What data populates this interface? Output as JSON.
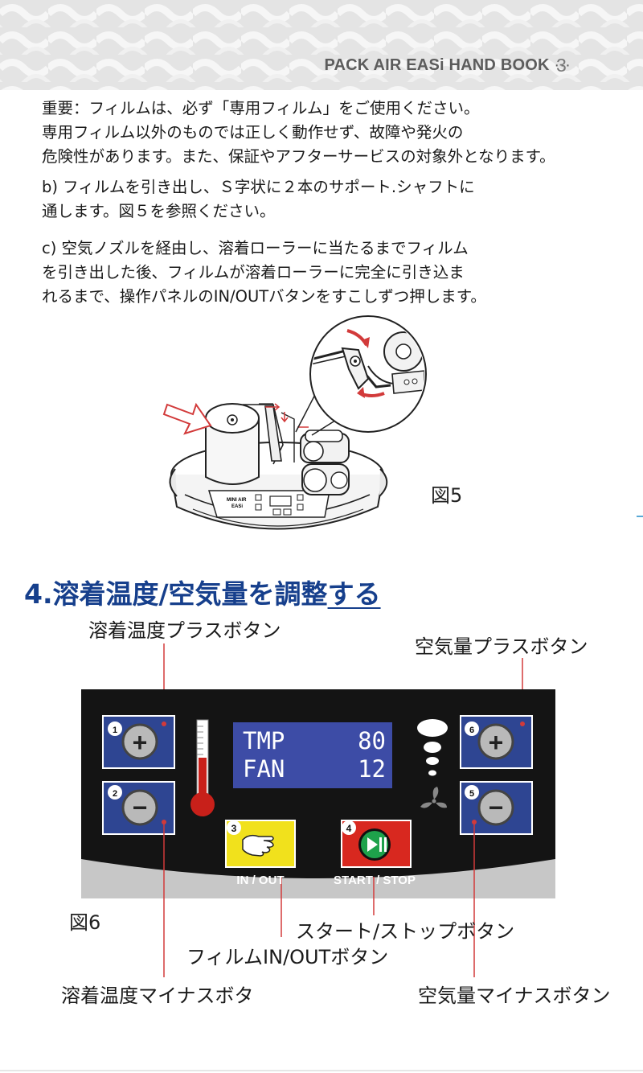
{
  "header": {
    "title": "PACK AIR EASi HAND BOOK",
    "ellipsis": "···",
    "page_number": "3"
  },
  "intro": {
    "lines": [
      "重要：フィルムは、必ず「専用フィルム」をご使用ください。",
      "専用フィルム以外のものでは正しく動作せず、故障や発火の",
      "危険性があります。また、保証やアフターサービスの対象外となります。"
    ]
  },
  "step_b": {
    "lines": [
      "b) フィルムを引き出し、Ｓ字状に２本のサポート.シャフトに",
      "通します。図５を参照ください。"
    ]
  },
  "step_c": {
    "lines": [
      "c) 空気ノズルを経由し、溶着ローラーに当たるまでフィルム",
      "を引き出した後、フィルムが溶着ローラーに完全に引き込ま",
      "れるまで、操作パネルのIN/OUTバタンをすこしずつ押します。"
    ]
  },
  "figure5": {
    "label": "図5",
    "machine_text_1": "MINI AIR",
    "machine_text_2": "EASi"
  },
  "section4": {
    "title_main": "4.溶着温度/空気量を調整",
    "title_end": "する"
  },
  "figure6": {
    "label": "図6",
    "lcd_row1_left": "TMP",
    "lcd_row1_right": "80",
    "lcd_row2_left": "FAN",
    "lcd_row2_right": "12",
    "button_numbers": [
      "1",
      "2",
      "3",
      "4",
      "5",
      "6"
    ],
    "plus_symbol": "+",
    "minus_symbol": "−",
    "in_out_label": "IN / OUT",
    "start_stop_label": "START / STOP"
  },
  "callouts": {
    "temp_plus": "溶着温度プラスボタン",
    "air_plus": "空気量プラスボタン",
    "start_stop": "スタート/ストップボタン",
    "film_in_out": "フィルムIN/OUTボタン",
    "temp_minus": "溶着温度マイナスボタ",
    "air_minus": "空気量マイナスボタン"
  },
  "colors": {
    "title_blue": "#163f8c",
    "panel_black": "#141414",
    "button_blue": "#2e4592",
    "lcd_blue": "#3d4ca6",
    "callout_red": "#d23a3a",
    "in_out_yellow": "#f1e11c",
    "start_red": "#d8281f",
    "start_green": "#1ea24b"
  }
}
